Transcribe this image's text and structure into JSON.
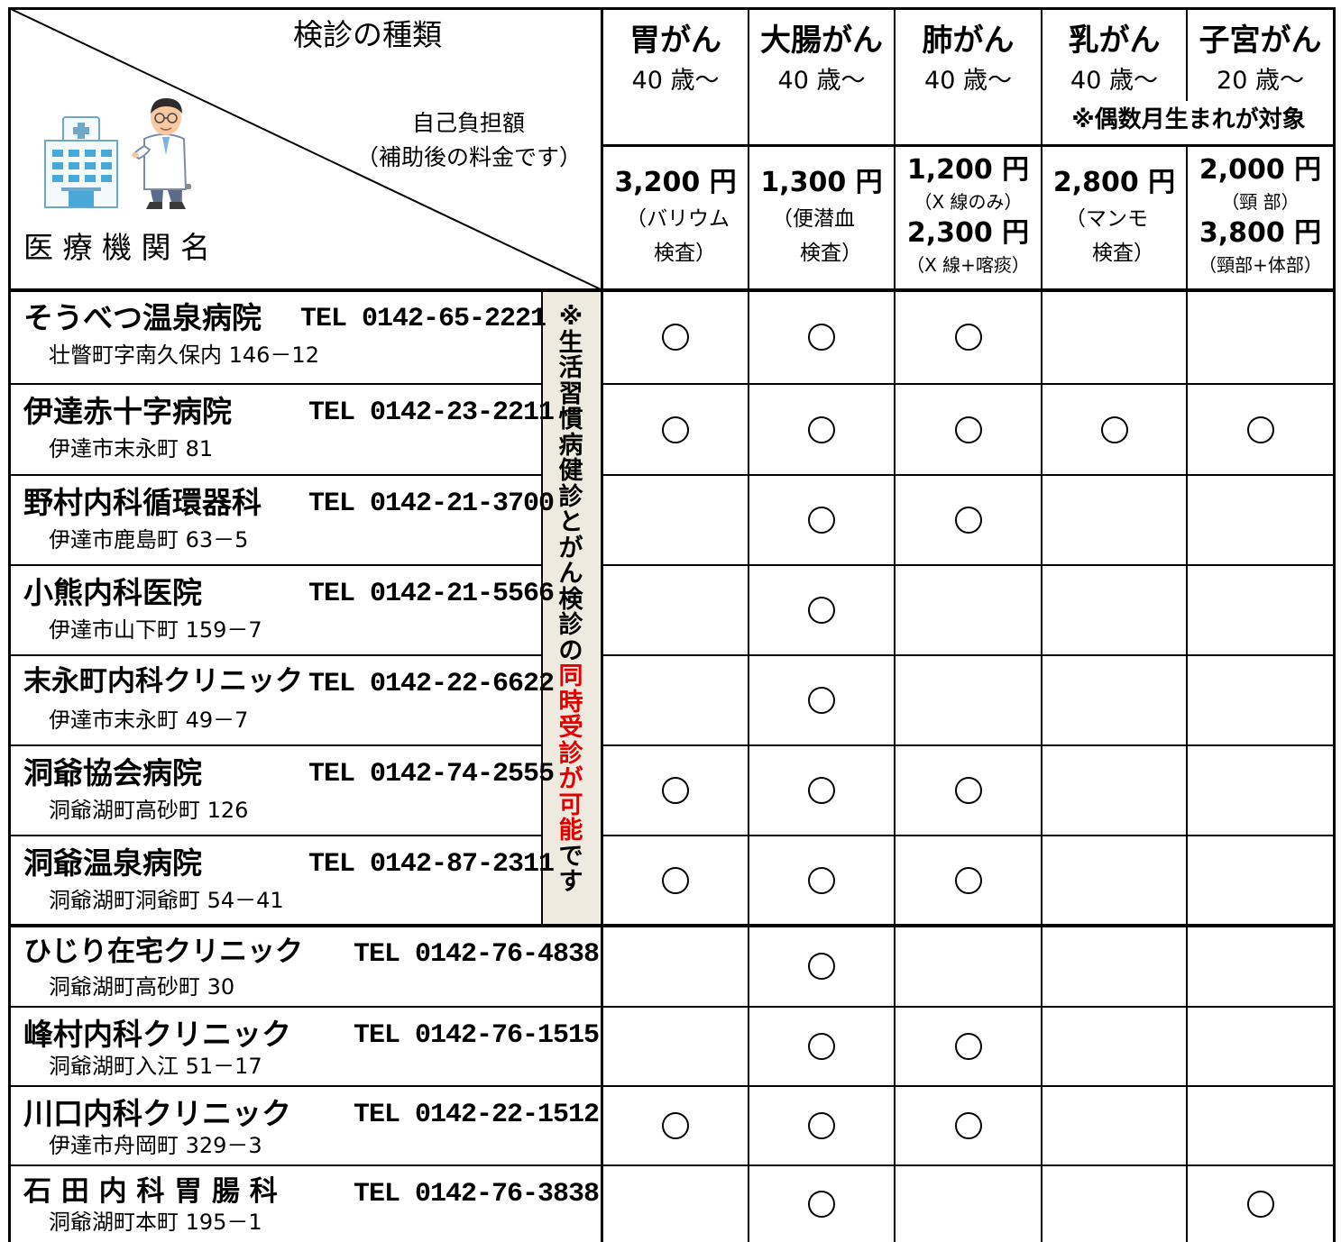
{
  "header": {
    "exam_types_label": "検診の種類",
    "fee_label": "自己負担額",
    "fee_sub_label": "（補助後の料金です）",
    "institution_label": "医 療 機 関 名",
    "even_month_note": "※偶数月生まれが対象"
  },
  "exams": [
    {
      "name": "胃がん",
      "age": "40 歳～",
      "price": "3,200 円",
      "detail_1": "（バリウム",
      "detail_2": "検査）"
    },
    {
      "name": "大腸がん",
      "age": "40 歳～",
      "price": "1,300 円",
      "detail_1": "（便潜血",
      "detail_2": "検査）"
    },
    {
      "name": "肺がん",
      "age": "40 歳～",
      "price": "1,200 円",
      "detail_1": "（X 線のみ）",
      "price_2": "2,300 円",
      "detail_2": "（X 線+喀痰）"
    },
    {
      "name": "乳がん",
      "age": "40 歳～",
      "price": "2,800 円",
      "detail_1": "（マンモ",
      "detail_2": "検査）"
    },
    {
      "name": "子宮がん",
      "age": "20 歳～",
      "price": "2,000 円",
      "detail_1": "（頸 部）",
      "price_2": "3,800 円",
      "detail_2": "（頸部+体部）"
    }
  ],
  "simultaneous_note": [
    "※",
    "生",
    "活",
    "習",
    "慣",
    "病",
    "健",
    "診",
    "と",
    "が",
    "ん",
    "検",
    "診",
    "の",
    "同",
    "時",
    "受",
    "診",
    "が",
    "可",
    "能",
    "で",
    "す"
  ],
  "mark_symbol": "○",
  "hospitals": [
    {
      "name": "そうべつ温泉病院",
      "tel": "TEL 0142-65-2221",
      "address": "壮瞥町字南久保内 146－12",
      "marks": [
        true,
        true,
        true,
        false,
        false
      ]
    },
    {
      "name": "伊達赤十字病院",
      "tel": "TEL 0142-23-2211",
      "address": "伊達市末永町 81",
      "marks": [
        true,
        true,
        true,
        true,
        true
      ]
    },
    {
      "name": "野村内科循環器科",
      "tel": "TEL 0142-21-3700",
      "address": "伊達市鹿島町 63－5",
      "marks": [
        false,
        true,
        true,
        false,
        false
      ]
    },
    {
      "name": "小熊内科医院",
      "tel": "TEL 0142-21-5566",
      "address": "伊達市山下町 159－7",
      "marks": [
        false,
        true,
        false,
        false,
        false
      ]
    },
    {
      "name": "末永町内科クリニック",
      "tel": "TEL 0142-22-6622",
      "address": "伊達市末永町 49－7",
      "marks": [
        false,
        true,
        false,
        false,
        false
      ]
    },
    {
      "name": "洞爺協会病院",
      "tel": "TEL 0142-74-2555",
      "address": "洞爺湖町高砂町 126",
      "marks": [
        true,
        true,
        true,
        false,
        false
      ]
    },
    {
      "name": "洞爺温泉病院",
      "tel": "TEL 0142-87-2311",
      "address": "洞爺湖町洞爺町 54－41",
      "marks": [
        true,
        true,
        true,
        false,
        false
      ]
    },
    {
      "name": "ひじり在宅クリニック",
      "tel": "TEL 0142-76-4838",
      "address": "洞爺湖町高砂町 30",
      "marks": [
        false,
        true,
        false,
        false,
        false
      ]
    },
    {
      "name": "峰村内科クリニック",
      "tel": "TEL 0142-76-1515",
      "address": "洞爺湖町入江 51－17",
      "marks": [
        false,
        true,
        true,
        false,
        false
      ]
    },
    {
      "name": "川口内科クリニック",
      "tel": "TEL 0142-22-1512",
      "address": "伊達市舟岡町 329－3",
      "marks": [
        true,
        true,
        true,
        false,
        false
      ]
    },
    {
      "name": "石 田 内 科 胃 腸 科",
      "tel": "TEL 0142-76-3838",
      "address": "洞爺湖町本町 195－1",
      "marks": [
        false,
        true,
        false,
        false,
        true
      ]
    }
  ]
}
